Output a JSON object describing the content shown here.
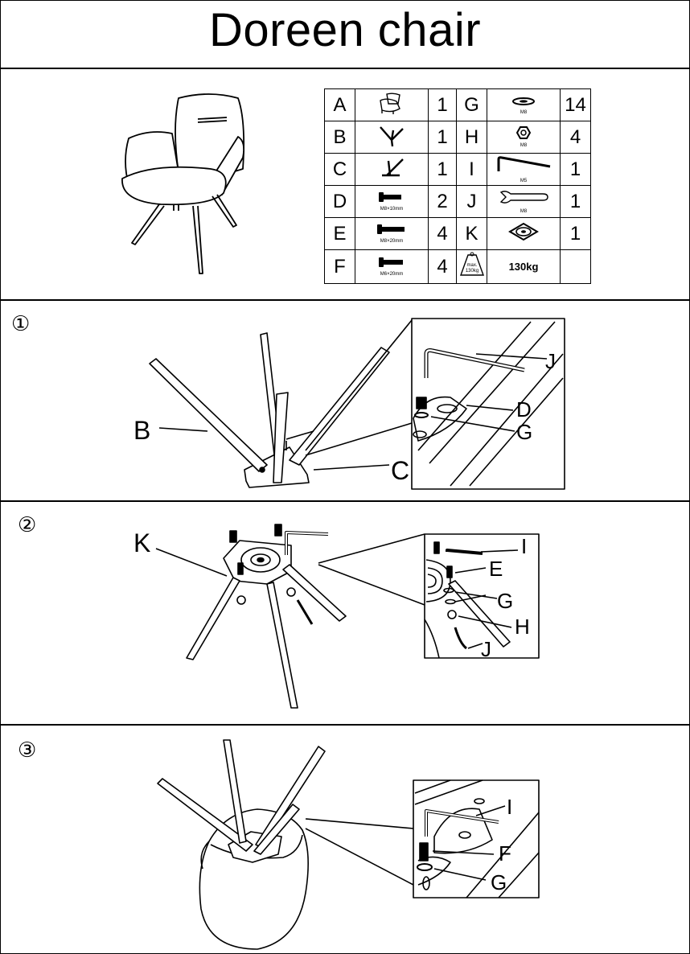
{
  "title": "Doreen chair",
  "parts": [
    {
      "letter": "A",
      "icon": "seat-icon",
      "size": "",
      "qty": "1",
      "letter2": "G",
      "icon2": "washer-icon",
      "size2": "M8",
      "qty2": "14"
    },
    {
      "letter": "B",
      "icon": "leg-bracket-icon",
      "size": "",
      "qty": "1",
      "letter2": "H",
      "icon2": "nut-icon",
      "size2": "M8",
      "qty2": "4"
    },
    {
      "letter": "C",
      "icon": "leg-bracket-icon",
      "size": "",
      "qty": "1",
      "letter2": "I",
      "icon2": "allen-key-icon",
      "size2": "M5",
      "qty2": "1"
    },
    {
      "letter": "D",
      "icon": "bolt-icon",
      "size": "M8×10mm",
      "qty": "2",
      "letter2": "J",
      "icon2": "wrench-icon",
      "size2": "M8",
      "qty2": "1"
    },
    {
      "letter": "E",
      "icon": "bolt-icon",
      "size": "M8×20mm",
      "qty": "4",
      "letter2": "K",
      "icon2": "swivel-plate-icon",
      "size2": "",
      "qty2": "1"
    },
    {
      "letter": "F",
      "icon": "bolt-icon",
      "size": "M6×20mm",
      "qty": "4",
      "letter2": "",
      "icon2": "weight-icon",
      "size2": "max. 130kg",
      "qty2": ""
    }
  ],
  "max_load": "130kg",
  "steps": [
    {
      "number": "①",
      "labels": {
        "B": "B",
        "C": "C",
        "J": "J",
        "D": "D",
        "G": "G"
      }
    },
    {
      "number": "②",
      "labels": {
        "K": "K",
        "I": "I",
        "E": "E",
        "G": "G",
        "H": "H",
        "J": "J"
      }
    },
    {
      "number": "③",
      "labels": {
        "I": "I",
        "F": "F",
        "G": "G"
      }
    }
  ]
}
